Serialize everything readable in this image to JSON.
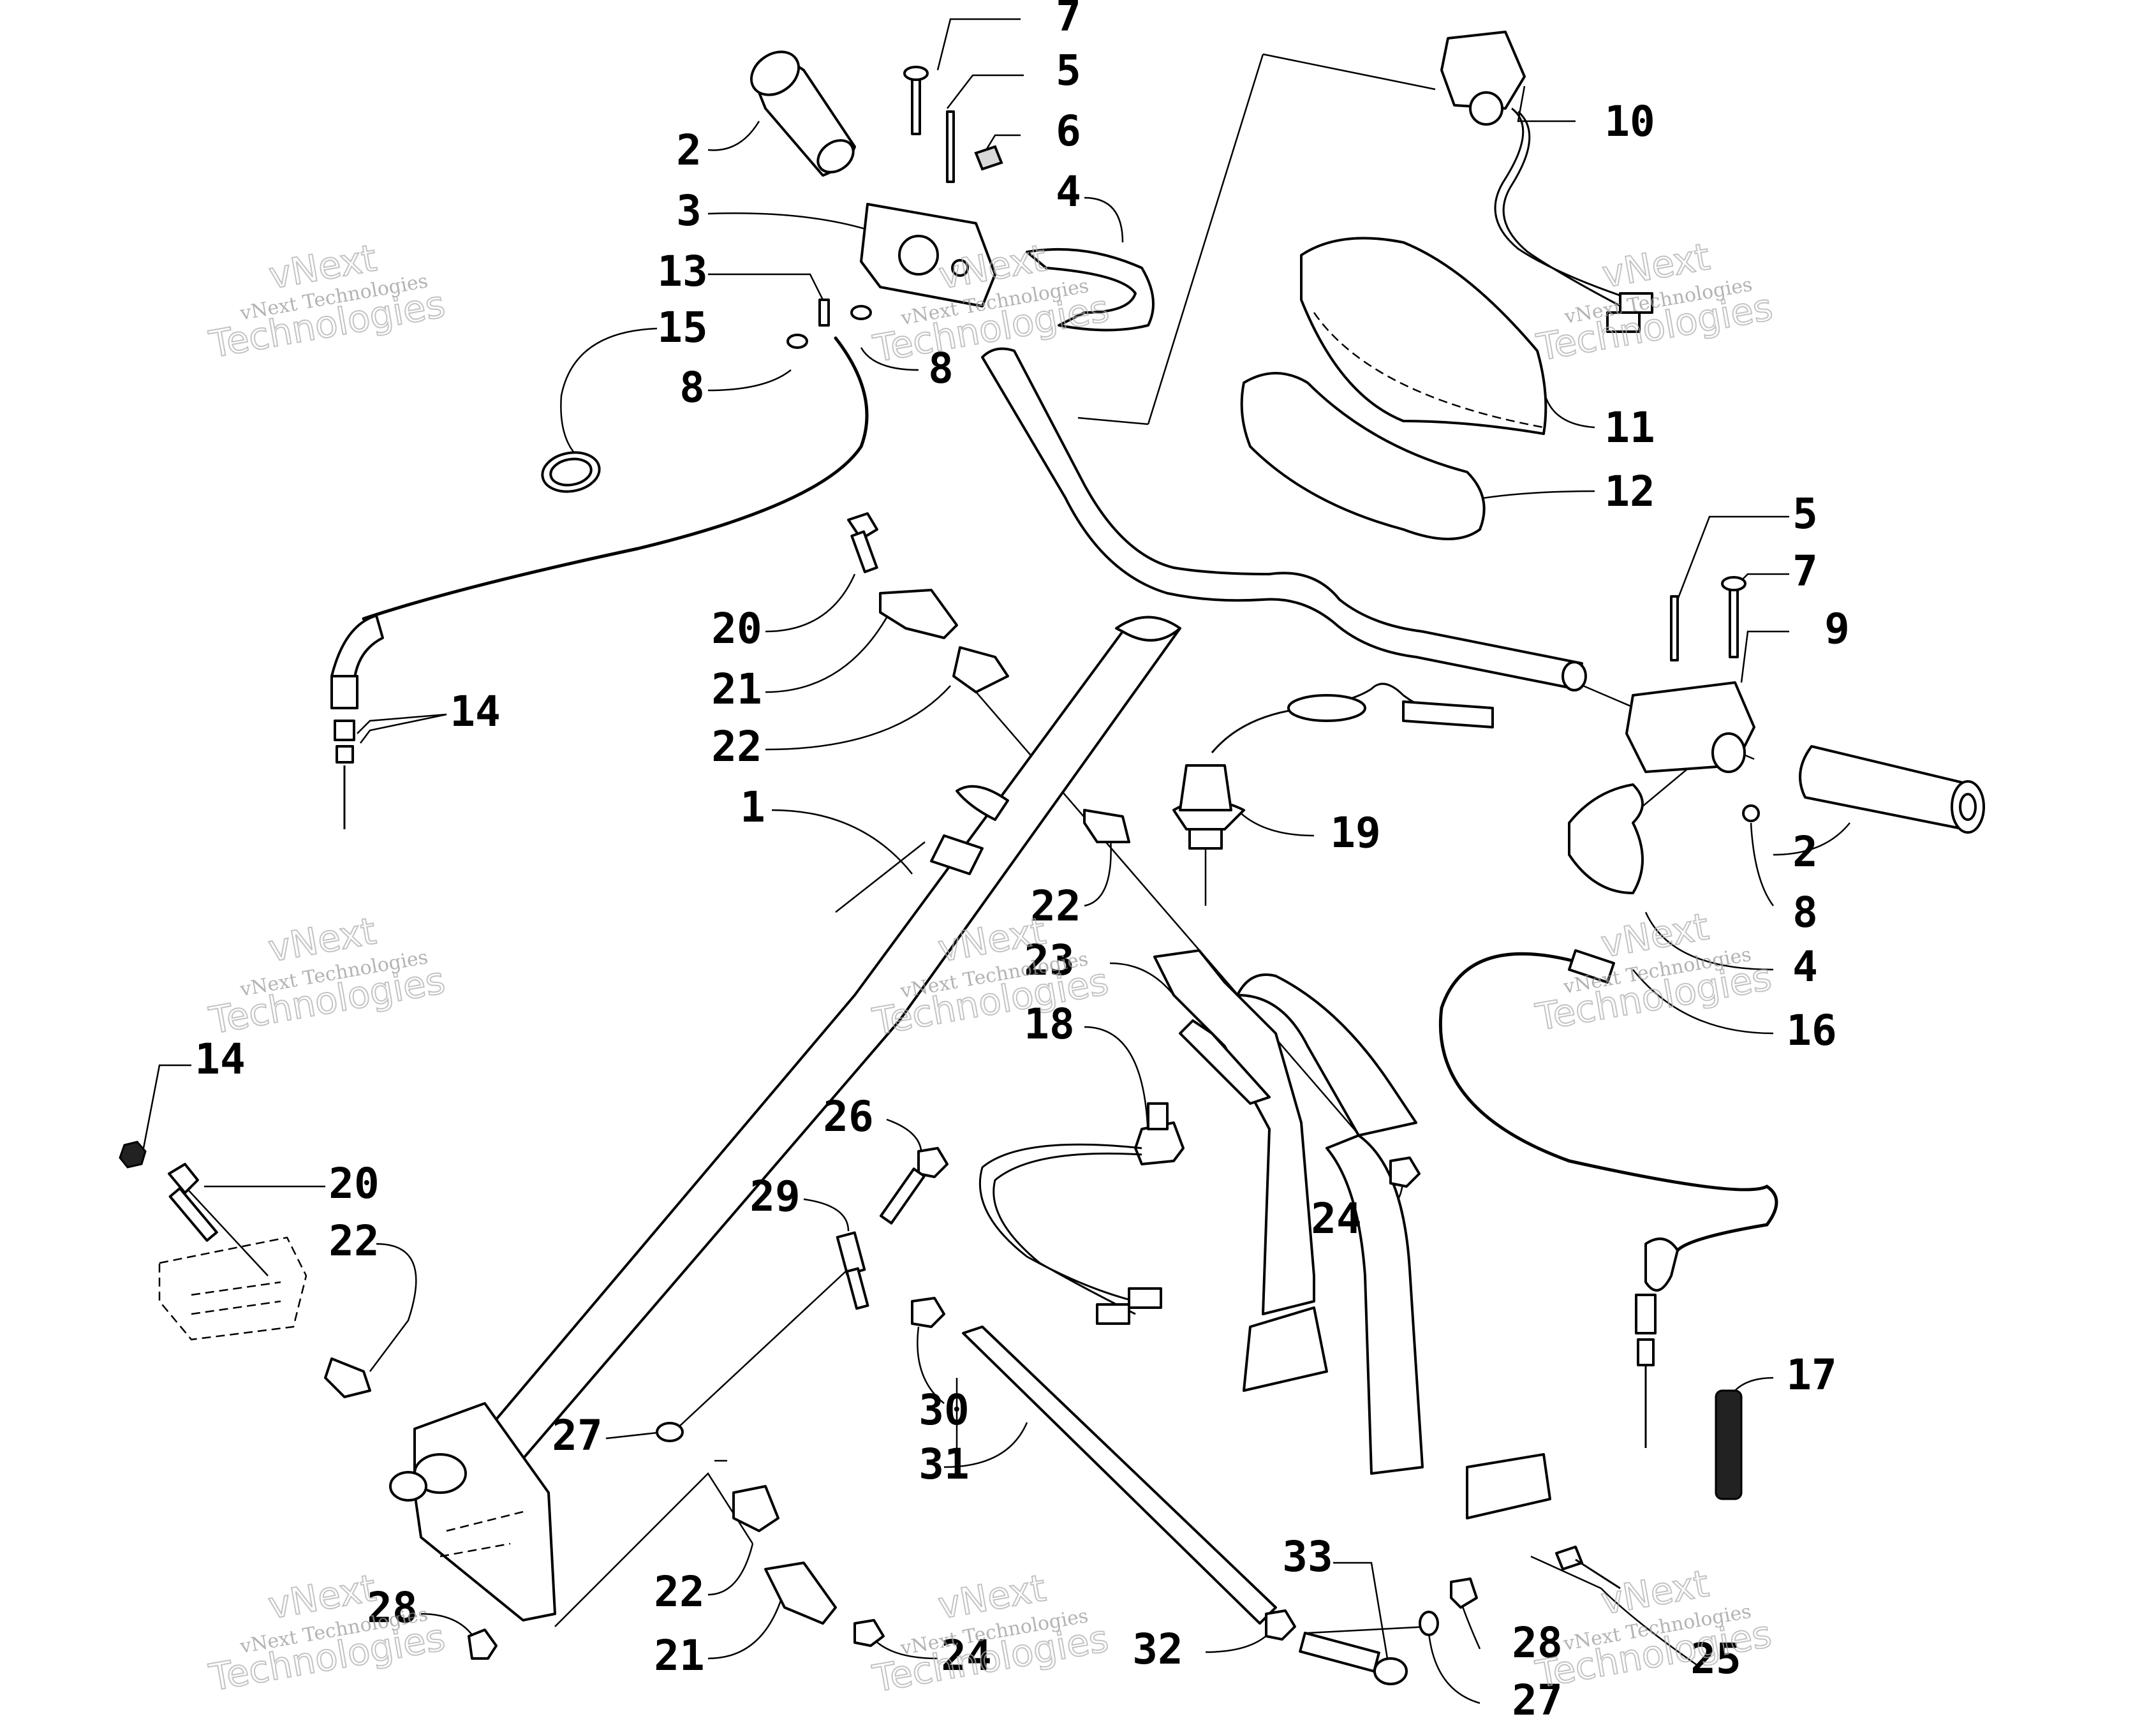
{
  "diagram": {
    "type": "exploded parts diagram",
    "subject": "handlebar / steering post assembly",
    "callouts": [
      {
        "id": "c1",
        "label": "1"
      },
      {
        "id": "c2a",
        "label": "2"
      },
      {
        "id": "c2b",
        "label": "2"
      },
      {
        "id": "c3",
        "label": "3"
      },
      {
        "id": "c4a",
        "label": "4"
      },
      {
        "id": "c4b",
        "label": "4"
      },
      {
        "id": "c5a",
        "label": "5"
      },
      {
        "id": "c5b",
        "label": "5"
      },
      {
        "id": "c6",
        "label": "6"
      },
      {
        "id": "c7a",
        "label": "7"
      },
      {
        "id": "c7b",
        "label": "7"
      },
      {
        "id": "c8a",
        "label": "8"
      },
      {
        "id": "c8b",
        "label": "8"
      },
      {
        "id": "c8c",
        "label": "8"
      },
      {
        "id": "c9",
        "label": "9"
      },
      {
        "id": "c10",
        "label": "10"
      },
      {
        "id": "c11",
        "label": "11"
      },
      {
        "id": "c12",
        "label": "12"
      },
      {
        "id": "c13",
        "label": "13"
      },
      {
        "id": "c14a",
        "label": "14"
      },
      {
        "id": "c14b",
        "label": "14"
      },
      {
        "id": "c15",
        "label": "15"
      },
      {
        "id": "c16",
        "label": "16"
      },
      {
        "id": "c17",
        "label": "17"
      },
      {
        "id": "c18",
        "label": "18"
      },
      {
        "id": "c19",
        "label": "19"
      },
      {
        "id": "c20a",
        "label": "20"
      },
      {
        "id": "c20b",
        "label": "20"
      },
      {
        "id": "c21a",
        "label": "21"
      },
      {
        "id": "c21b",
        "label": "21"
      },
      {
        "id": "c22a",
        "label": "22"
      },
      {
        "id": "c22b",
        "label": "22"
      },
      {
        "id": "c22c",
        "label": "22"
      },
      {
        "id": "c22d",
        "label": "22"
      },
      {
        "id": "c23",
        "label": "23"
      },
      {
        "id": "c24a",
        "label": "24"
      },
      {
        "id": "c24b",
        "label": "24"
      },
      {
        "id": "c25",
        "label": "25"
      },
      {
        "id": "c26",
        "label": "26"
      },
      {
        "id": "c27a",
        "label": "27"
      },
      {
        "id": "c27b",
        "label": "27"
      },
      {
        "id": "c28a",
        "label": "28"
      },
      {
        "id": "c28b",
        "label": "28"
      },
      {
        "id": "c29",
        "label": "29"
      },
      {
        "id": "c30",
        "label": "30"
      },
      {
        "id": "c31",
        "label": "31"
      },
      {
        "id": "c32",
        "label": "32"
      },
      {
        "id": "c33",
        "label": "33"
      }
    ]
  },
  "watermark": {
    "line1": "vNext Technologies",
    "line2": "vNext",
    "line3": "Technologies"
  }
}
